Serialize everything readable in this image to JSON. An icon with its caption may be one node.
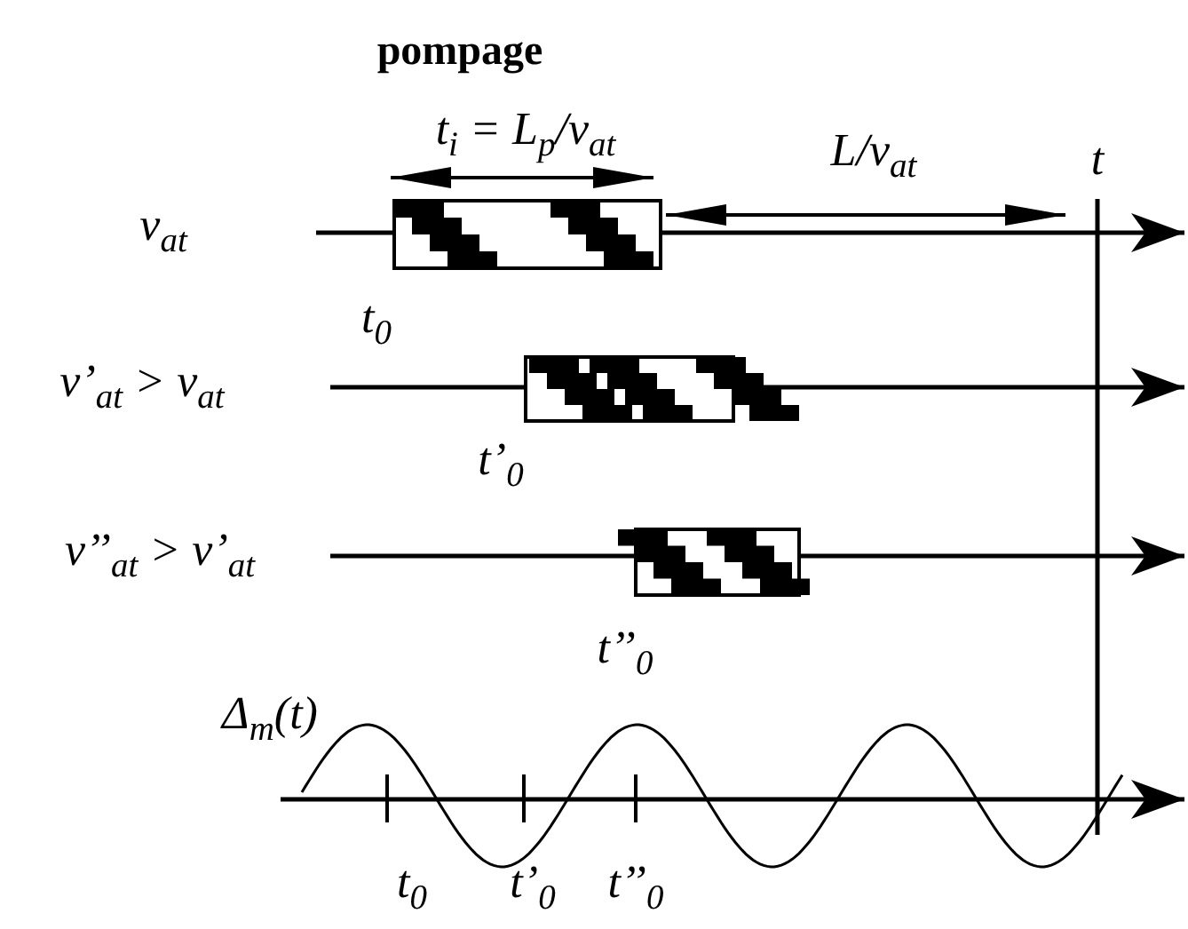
{
  "diagram": {
    "title": "pompage",
    "labels": [
      "t$_{i}$ = L$_{p}$/v$_{at}$",
      "L/v$_{at}$",
      "t",
      "v$_{at}$",
      "t$_{0}$",
      "v’$_{at}$ > v$_{at}$",
      "t’$_{0}$",
      "v’’$_{at}$ > v’$_{at}$",
      "t’’$_{0}$",
      "Δ$_{m}$(t)",
      "t$_{0}$",
      "t’$_{0}$",
      "t’’$_{0}$"
    ]
  }
}
